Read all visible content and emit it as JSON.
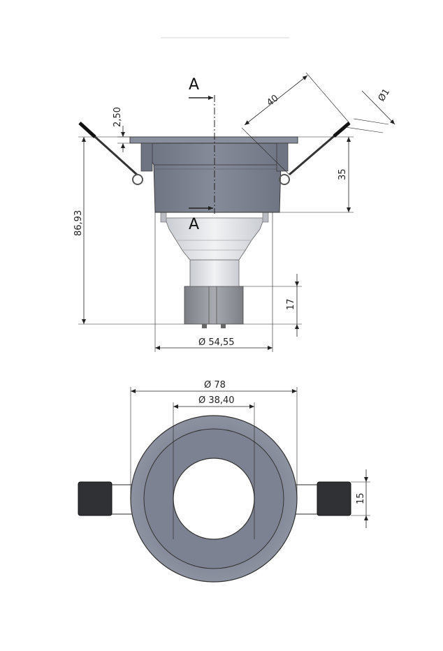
{
  "colors": {
    "housing": "#7c8190",
    "housing_dark": "#5e6270",
    "bulb_light": "#e2e5ea",
    "base": "#8e9197",
    "clip_block": "#2f3134",
    "line": "#222222"
  },
  "side_view": {
    "section_marker_top": "A",
    "section_marker_bottom": "A",
    "dim_flange_thickness": "2,50",
    "dim_clip_length": "40",
    "dim_wire_diameter": "Ø1",
    "dim_housing_height": "35",
    "dim_total_height": "86,93",
    "dim_base_height": "17",
    "dim_body_diameter": "Ø 54,55"
  },
  "top_view": {
    "dim_outer_diameter": "Ø 78",
    "dim_inner_diameter": "Ø 38,40",
    "dim_clip_width": "15"
  }
}
